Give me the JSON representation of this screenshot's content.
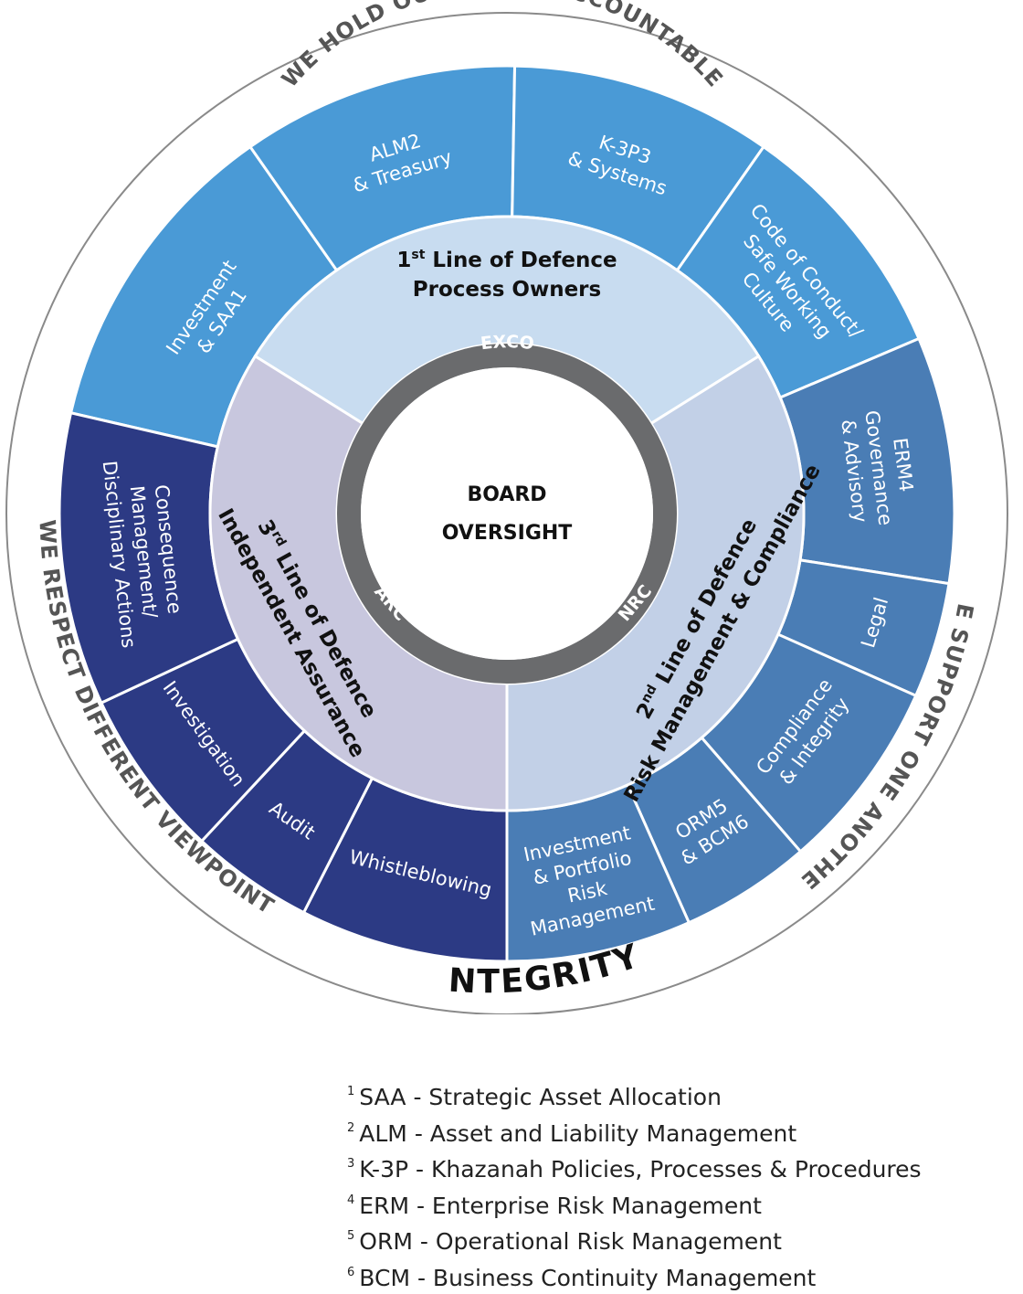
{
  "diagram": {
    "center": {
      "line1": "BOARD",
      "line2": "OVERSIGHT"
    },
    "committees": [
      "EXCO",
      "ARC",
      "NRC"
    ],
    "lines": [
      {
        "lines": [
          "1st Line of Defence",
          "Process Owners"
        ],
        "ord": "1",
        "sup": "st"
      },
      {
        "lines": [
          "2nd Line of Defence",
          "Risk Management & Compliance"
        ],
        "ord": "2",
        "sup": "nd"
      },
      {
        "lines": [
          "3rd Line of Defence",
          "Independent Assurance"
        ],
        "ord": "3",
        "sup": "rd"
      }
    ],
    "segments": [
      {
        "lines": [
          "Investment",
          "& SAA1"
        ]
      },
      {
        "lines": [
          "ALM2",
          "& Treasury"
        ]
      },
      {
        "lines": [
          "K-3P3",
          "& Systems"
        ]
      },
      {
        "lines": [
          "Code of Conduct/",
          "Safe Working",
          "Culture"
        ]
      },
      {
        "lines": [
          "ERM4",
          "Governance",
          "& Advisory"
        ]
      },
      {
        "lines": [
          "Legal"
        ]
      },
      {
        "lines": [
          "Compliance",
          "& Integrity"
        ]
      },
      {
        "lines": [
          "ORM5",
          "& BCM6"
        ]
      },
      {
        "lines": [
          "Investment",
          "& Portfolio",
          "Risk",
          "Management"
        ]
      },
      {
        "lines": [
          "Whistleblowing"
        ]
      },
      {
        "lines": [
          "Audit"
        ]
      },
      {
        "lines": [
          "Investigation"
        ]
      },
      {
        "lines": [
          "Consequence",
          "Management/",
          "Disciplinary Actions"
        ]
      }
    ],
    "values": [
      "WE HOLD OURSELVES ACCOUNTABLE",
      "WE SUPPORT ONE ANOTHER",
      "WE RESPECT DIFFERENT VIEWPOINTS"
    ],
    "core_value": "INTEGRITY"
  },
  "footnotes": [
    {
      "num": "1",
      "text": "SAA - Strategic Asset Allocation"
    },
    {
      "num": "2",
      "text": "ALM - Asset and Liability Management"
    },
    {
      "num": "3",
      "text": "K-3P - Khazanah Policies, Processes & Procedures"
    },
    {
      "num": "4",
      "text": "ERM - Enterprise Risk Management"
    },
    {
      "num": "5",
      "text": "ORM - Operational Risk Management"
    },
    {
      "num": "6",
      "text": "BCM - Business Continuity Management"
    }
  ],
  "colors": {
    "first_line_outer": "#4a9ad6",
    "first_line_inner": "#c8dcf0",
    "second_line_outer": "#4a7db5",
    "second_line_inner": "#c2d0e7",
    "third_line_outer": "#2c3a84",
    "third_line_inner": "#c8c7de",
    "committee_ring": "#6a6b6d",
    "outer_ring_stroke": "#8a8a8a",
    "text_dark": "#111111",
    "text_grey": "#555555"
  }
}
